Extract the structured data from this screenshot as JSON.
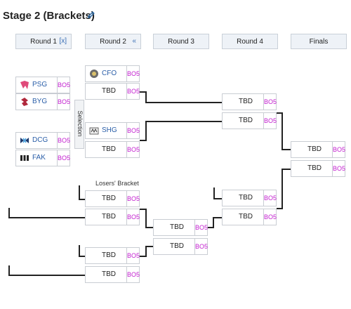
{
  "page": {
    "title": "Stage 2 (Brackets)",
    "edit_icon": "pencil-icon"
  },
  "rounds": [
    {
      "label": "Round 1",
      "action": "[x]"
    },
    {
      "label": "Round 2",
      "action": "«"
    },
    {
      "label": "Round 3",
      "action": ""
    },
    {
      "label": "Round 4",
      "action": ""
    },
    {
      "label": "Finals",
      "action": ""
    }
  ],
  "format": "BO5",
  "tbd": "TBD",
  "selection_label": "Selection",
  "losers_label": "Losers' Bracket",
  "teams": {
    "psg": {
      "name": "PSG",
      "logo": "psg-logo-icon",
      "color": "#e04a7a"
    },
    "byg": {
      "name": "BYG",
      "logo": "byg-logo-icon",
      "color": "#b0283c"
    },
    "dcg": {
      "name": "DCG",
      "logo": "dcg-logo-icon",
      "color": "#2a6aa8"
    },
    "fak": {
      "name": "FAK",
      "logo": "fak-logo-icon",
      "color": "#222222"
    },
    "cfo": {
      "name": "CFO",
      "logo": "cfo-logo-icon",
      "color": "#6b6b6b"
    },
    "shg": {
      "name": "SHG",
      "logo": "shg-logo-icon",
      "color": "#444444"
    }
  },
  "colors": {
    "bo_text": "#c21ecf",
    "team_text": "#2a5ea8",
    "header_bg": "#eef2f7"
  }
}
